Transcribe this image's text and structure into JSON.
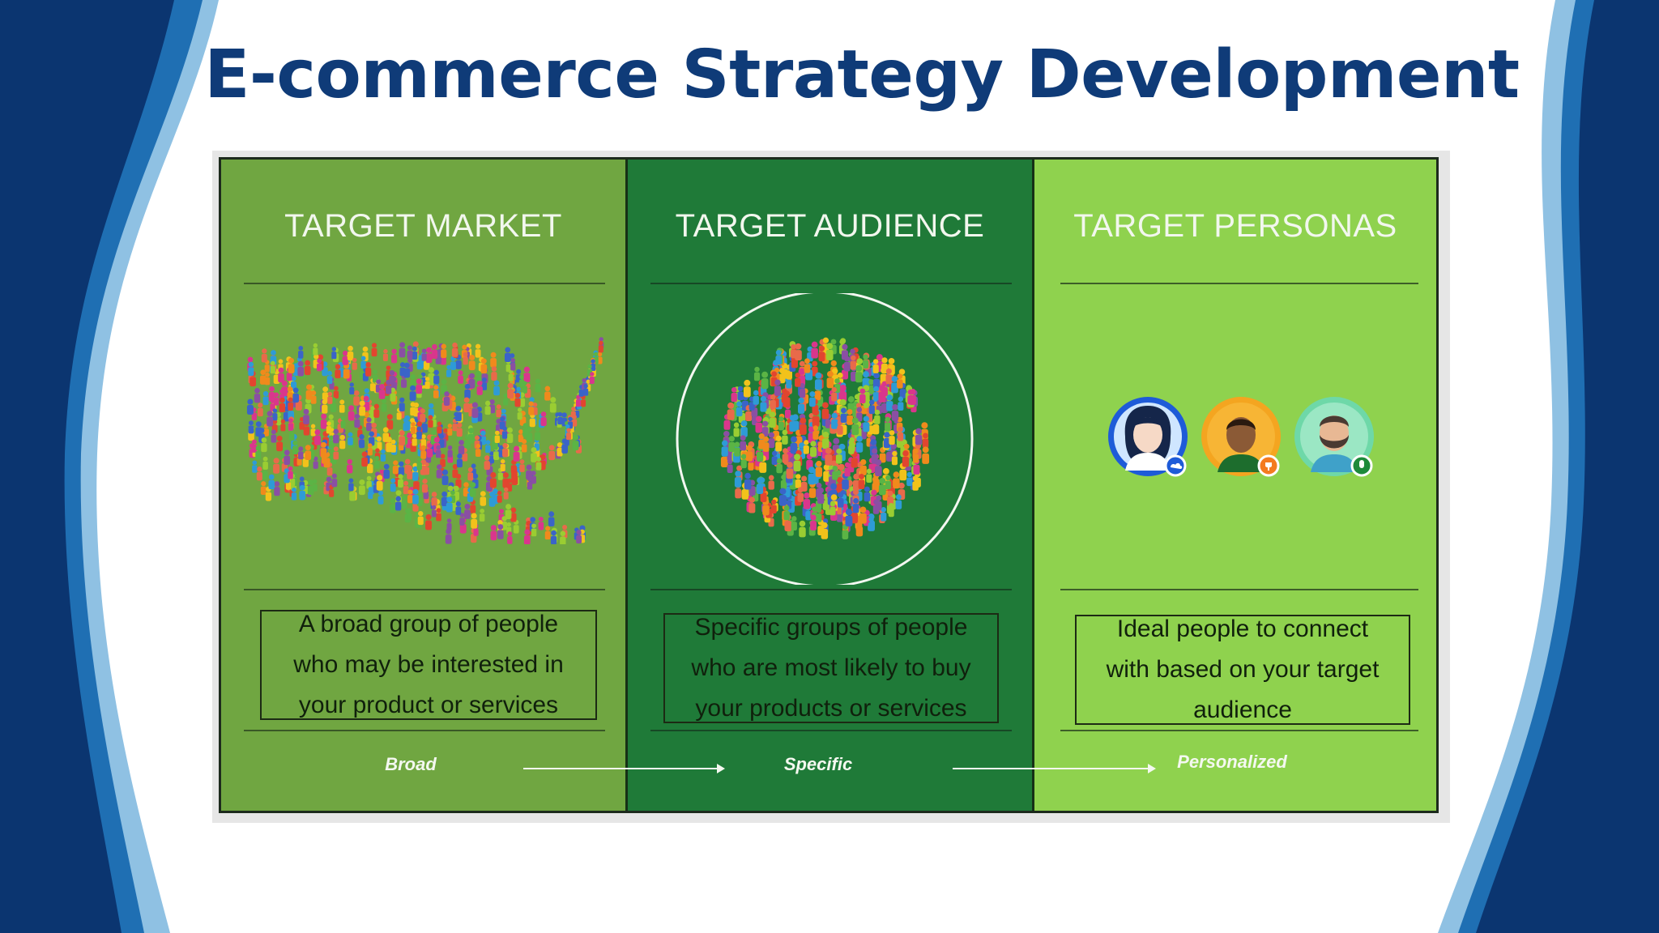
{
  "slide": {
    "title": "E-commerce Strategy Development"
  },
  "colors": {
    "title": "#0f3b78",
    "wave_dark": "#0b3570",
    "wave_mid": "#1f6fb3",
    "wave_light": "#8fc1e3",
    "panel_market": "#70a641",
    "panel_audience": "#1f7a38",
    "panel_personas": "#8fd24e"
  },
  "panels": [
    {
      "heading": "TARGET MARKET",
      "description": [
        "A broad group of people",
        "who may be interested in",
        "your product or services"
      ],
      "flow_label": "Broad",
      "icon": "us-map-crowd-icon"
    },
    {
      "heading": "TARGET AUDIENCE",
      "description": [
        "Specific groups of people",
        "who are most likely to buy",
        "your products or services"
      ],
      "flow_label": "Specific",
      "icon": "circle-crowd-icon"
    },
    {
      "heading": "TARGET PERSONAS",
      "description": [
        "Ideal people to connect",
        "with based on your target",
        "audience"
      ],
      "flow_label": "Personalized",
      "icon": "persona-avatars-icon"
    }
  ]
}
